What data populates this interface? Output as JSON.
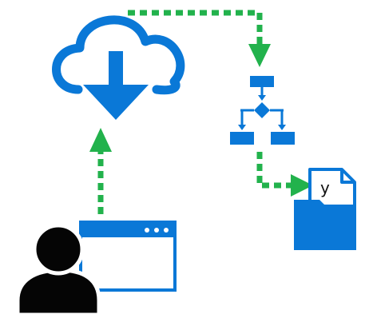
{
  "colors": {
    "primary_blue": "#0A78D7",
    "connector_green": "#22B24C",
    "user_black": "#050505",
    "background": "#FFFFFF"
  },
  "nodes": [
    {
      "id": "cloud",
      "icon": "cloud-download-icon"
    },
    {
      "id": "flowchart",
      "icon": "flowchart-icon"
    },
    {
      "id": "folder",
      "icon": "folder-document-icon",
      "document_letter": "y"
    },
    {
      "id": "browser",
      "icon": "browser-window-icon"
    },
    {
      "id": "user",
      "icon": "user-silhouette-icon"
    }
  ],
  "connectors": [
    {
      "from": "browser",
      "to": "cloud",
      "style": "dashed",
      "color": "connector_green"
    },
    {
      "from": "cloud",
      "to": "flowchart",
      "style": "dashed",
      "color": "connector_green"
    },
    {
      "from": "flowchart",
      "to": "folder",
      "style": "dashed",
      "color": "connector_green"
    }
  ]
}
